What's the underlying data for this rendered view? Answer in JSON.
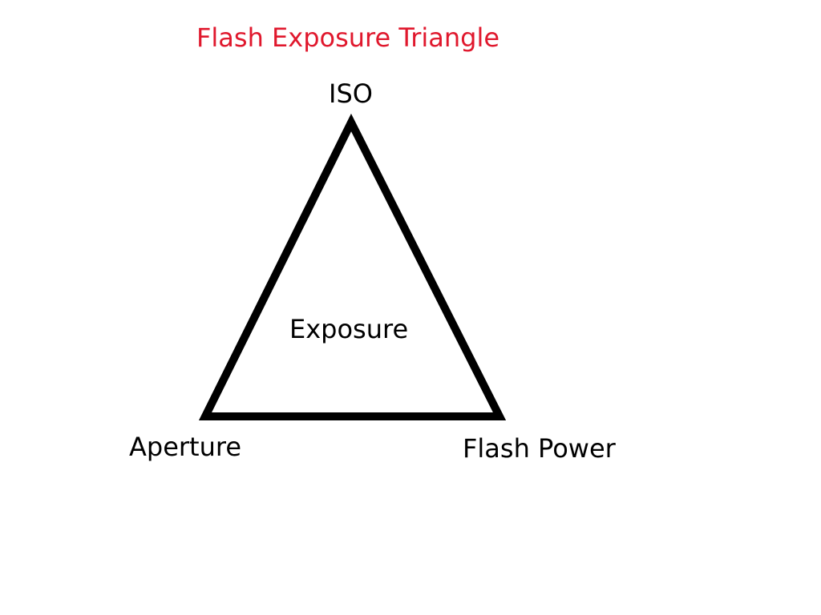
{
  "title": {
    "text": "Flash Exposure Triangle",
    "color": "#e0182d"
  },
  "triangle": {
    "stroke_color": "#000000",
    "vertices": {
      "top": "ISO",
      "bottom_left": "Aperture",
      "bottom_right": "Flash Power"
    },
    "center": "Exposure"
  }
}
